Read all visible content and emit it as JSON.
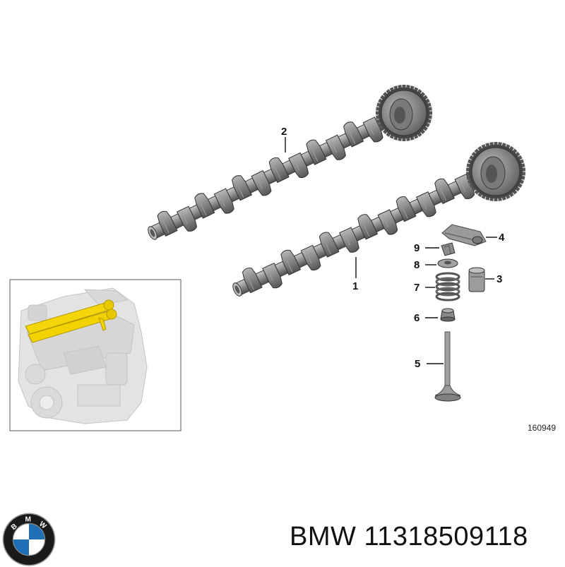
{
  "diagram": {
    "callouts": [
      "1",
      "2",
      "3",
      "4",
      "5",
      "6",
      "7",
      "8",
      "9"
    ],
    "drawing_number": "160949"
  },
  "logo": {
    "brand": "BMW",
    "ring_letters": [
      "B",
      "M",
      "W"
    ],
    "colors": {
      "blue": "#1f6fb7",
      "white": "#ffffff",
      "ring": "#1a1a1a",
      "rim": "#9a9a9a"
    }
  },
  "caption": {
    "brand": "BMW",
    "part_number": "11318509118"
  },
  "colors": {
    "shaft": "#8f8f8f",
    "shaft_dark": "#5e5e5e",
    "highlight": "#f2d200",
    "engine_grey": "#d7d7d7"
  }
}
